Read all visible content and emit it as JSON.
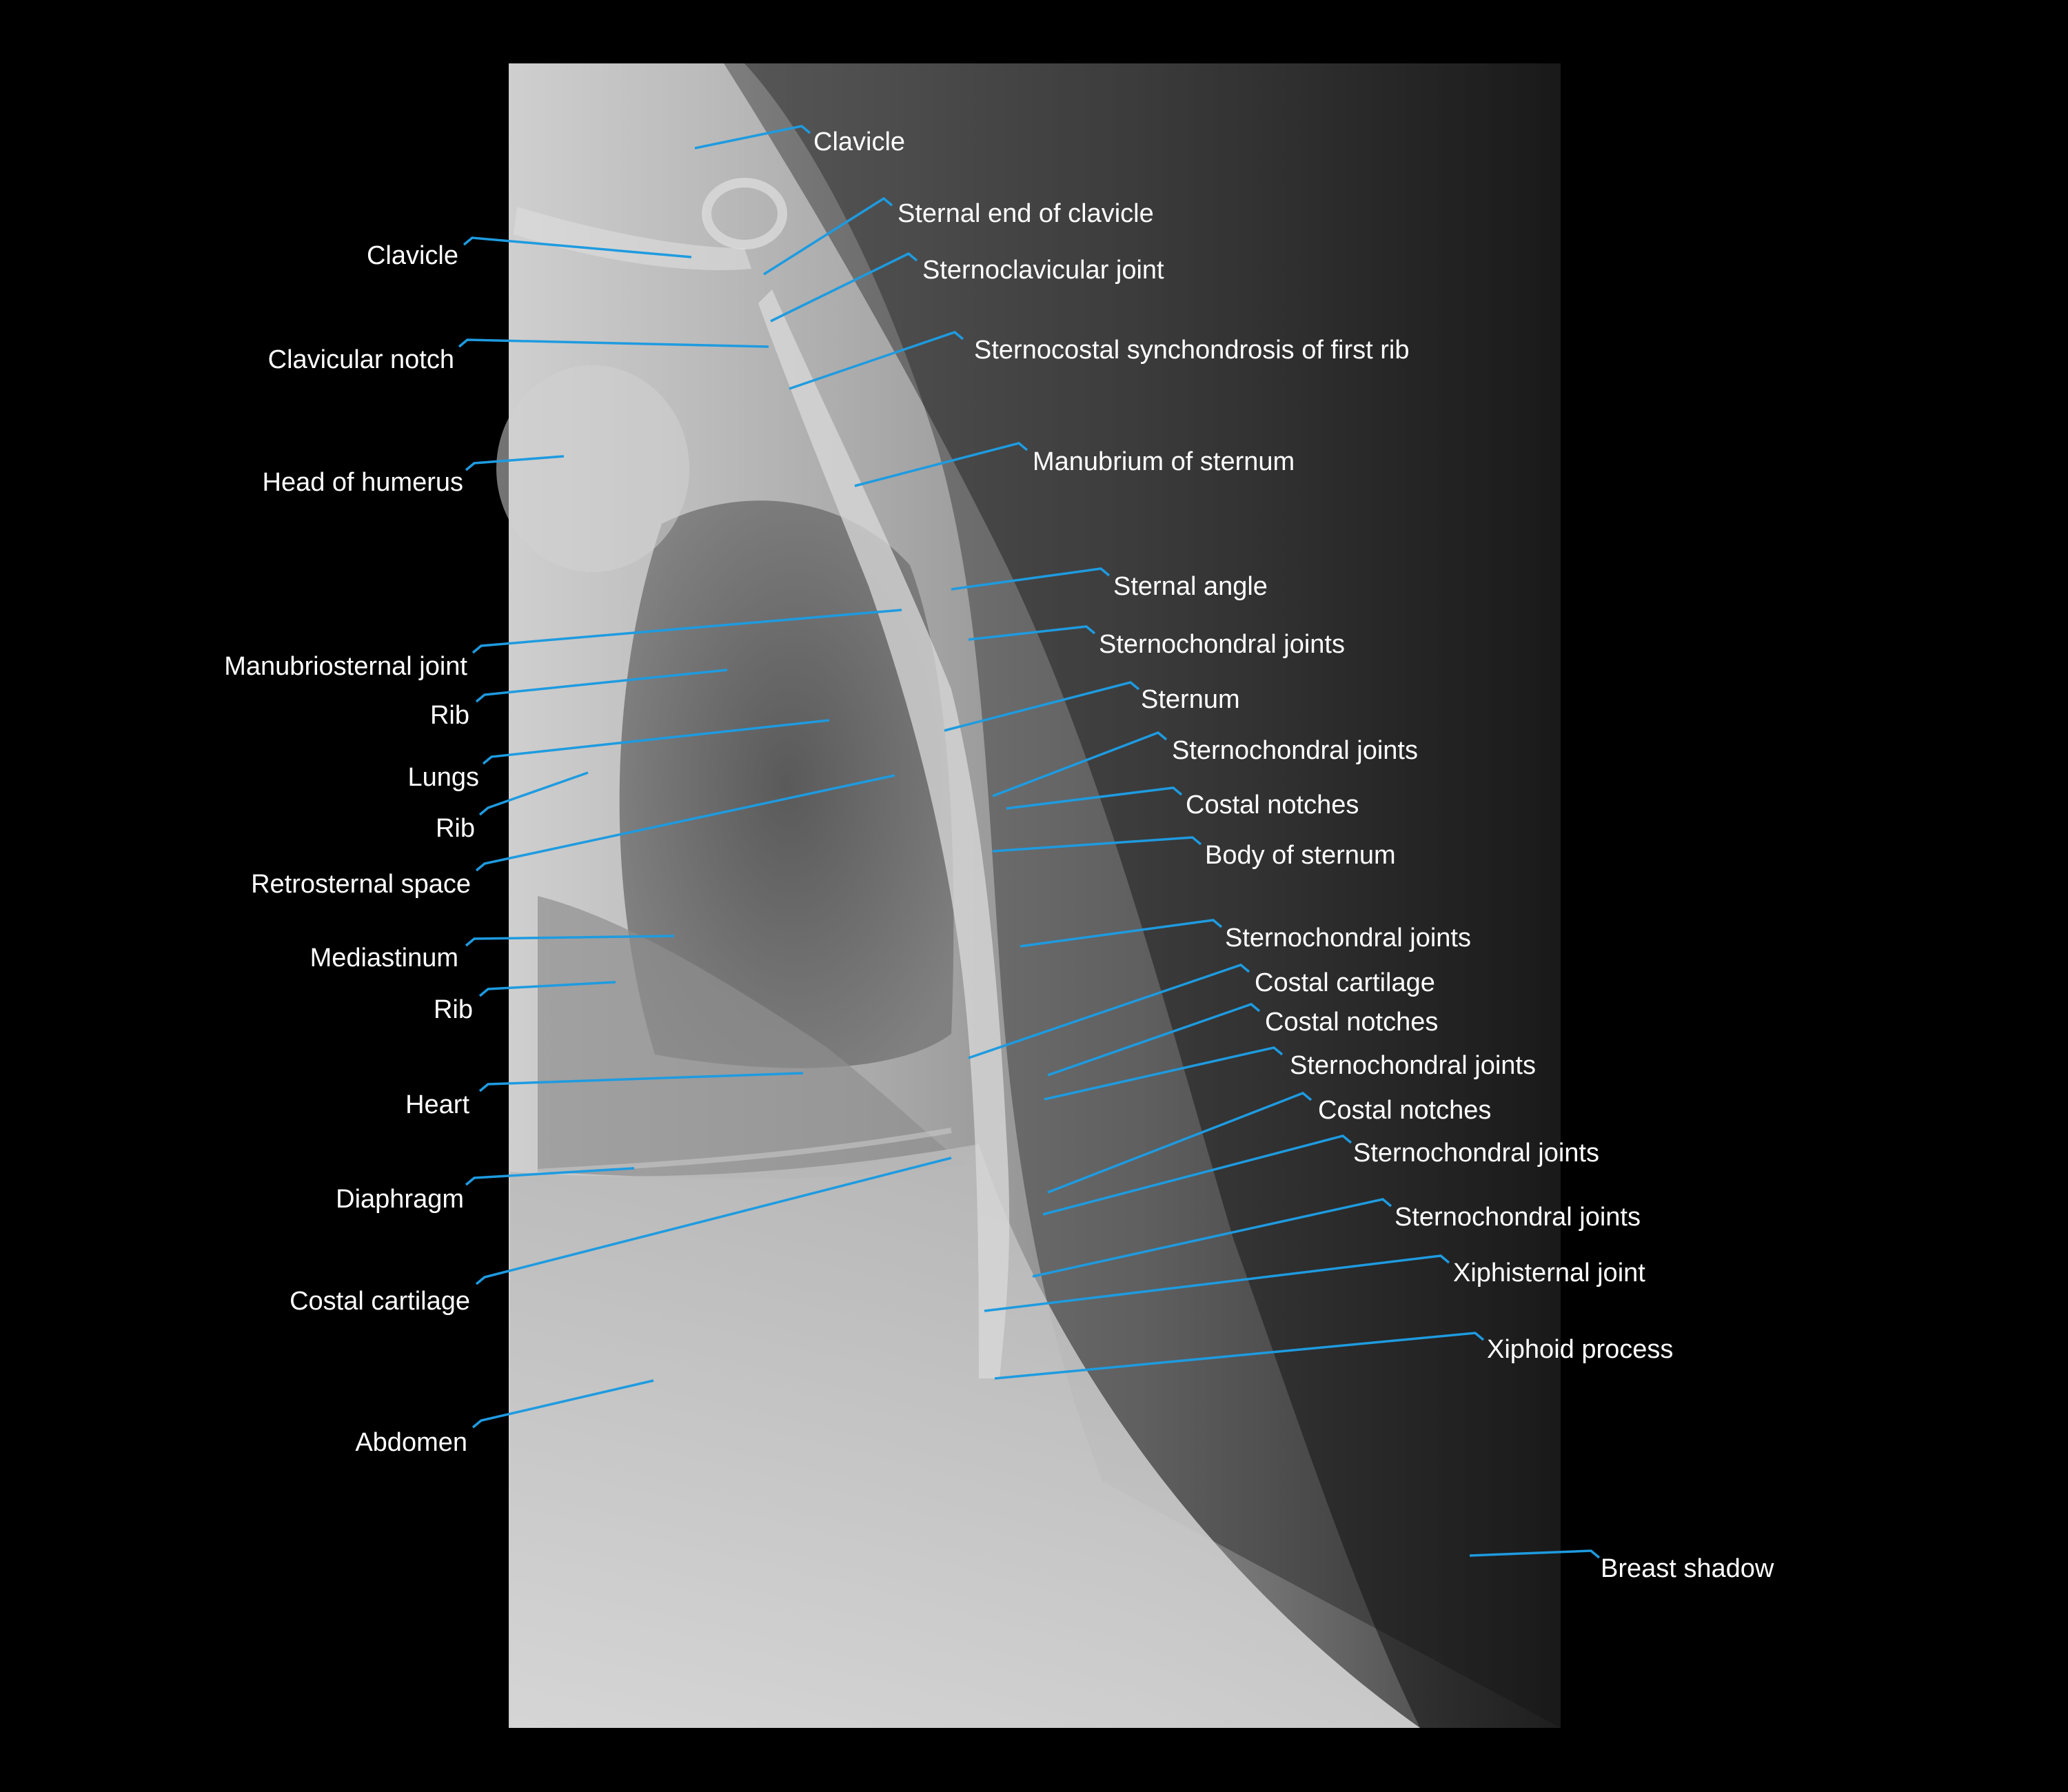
{
  "image": {
    "subject": "Lateral chest radiograph of sternum",
    "colors": {
      "background": "#000000",
      "leader_line": "#1e9be0",
      "label_text": "#ffffff"
    }
  },
  "labels": {
    "clavicle_right": "Clavicle",
    "sternal_end_of_clavicle": "Sternal end of clavicle",
    "sternoclavicular_joint": "Sternoclavicular joint",
    "sternocostal_synchondrosis": "Sternocostal synchondrosis of first rib",
    "manubrium_of_sternum": "Manubrium of sternum",
    "sternal_angle": "Sternal angle",
    "sternochondral_joints_1": "Sternochondral joints",
    "sternum": "Sternum",
    "sternochondral_joints_2": "Sternochondral joints",
    "costal_notches_1": "Costal notches",
    "body_of_sternum": "Body of sternum",
    "sternochondral_joints_3": "Sternochondral joints",
    "costal_cartilage_right": "Costal cartilage",
    "costal_notches_2": "Costal notches",
    "sternochondral_joints_4": "Sternochondral joints",
    "costal_notches_3": "Costal notches",
    "sternochondral_joints_5": "Sternochondral joints",
    "sternochondral_joints_6": "Sternochondral joints",
    "xiphisternal_joint": "Xiphisternal joint",
    "xiphoid_process": "Xiphoid process",
    "breast_shadow": "Breast shadow",
    "clavicle_left": "Clavicle",
    "clavicular_notch": "Clavicular notch",
    "head_of_humerus": "Head of humerus",
    "manubriosternal_joint": "Manubriosternal joint",
    "rib_1": "Rib",
    "lungs": "Lungs",
    "rib_2": "Rib",
    "retrosternal_space": "Retrosternal space",
    "mediastinum": "Mediastinum",
    "rib_3": "Rib",
    "heart": "Heart",
    "diaphragm": "Diaphragm",
    "costal_cartilage_left": "Costal cartilage",
    "abdomen": "Abdomen"
  }
}
